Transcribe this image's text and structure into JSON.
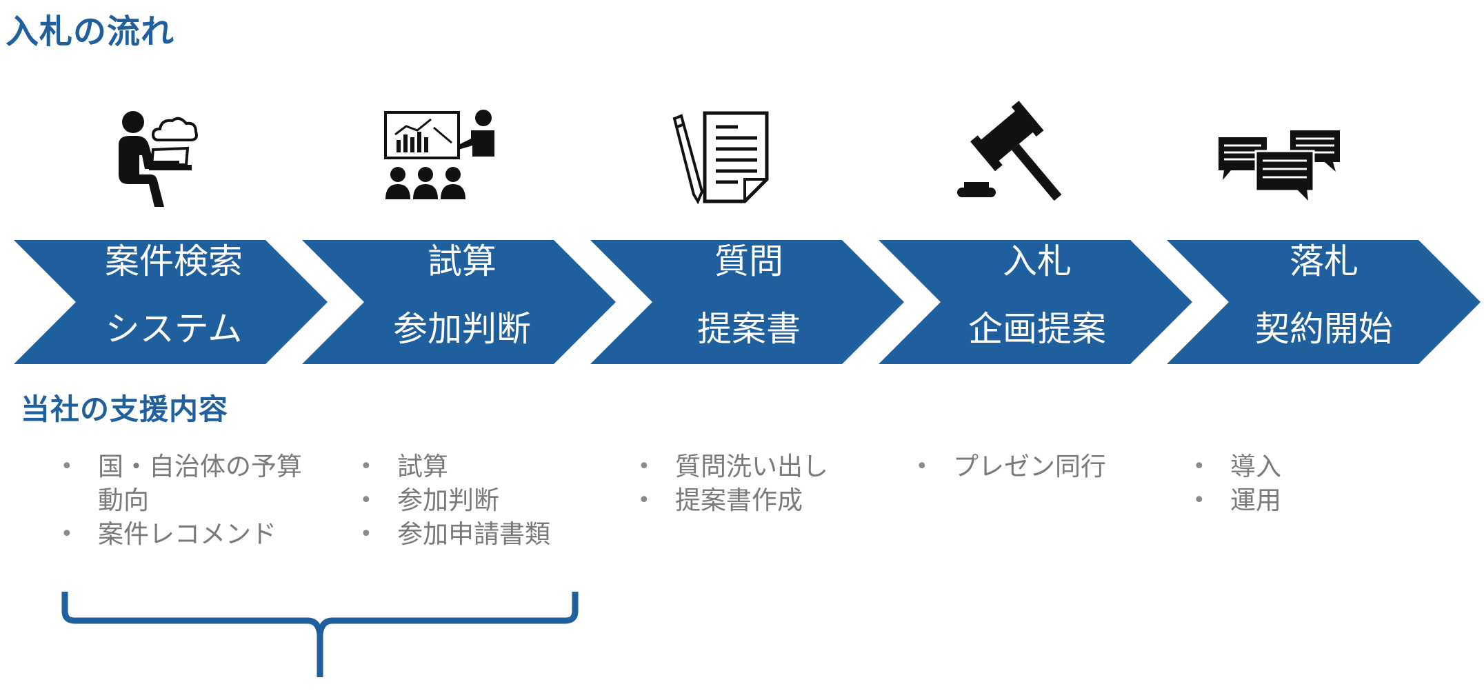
{
  "title": "入札の流れ",
  "subtitle": "当社の支援内容",
  "colors": {
    "primary": "#1f5f9e",
    "bullet_text": "#7a7a7a",
    "icon": "#111111"
  },
  "steps": [
    {
      "icon": "person-laptop-cloud-icon",
      "line1": "案件検索",
      "line2": "システム"
    },
    {
      "icon": "presentation-audience-icon",
      "line1": "試算",
      "line2": "参加判断"
    },
    {
      "icon": "pencil-document-icon",
      "line1": "質問",
      "line2": "提案書"
    },
    {
      "icon": "gavel-icon",
      "line1": "入札",
      "line2": "企画提案"
    },
    {
      "icon": "speech-bubbles-icon",
      "line1": "落札",
      "line2": "契約開始"
    }
  ],
  "support": [
    [
      "国・自治体の予算動向",
      "案件レコメンド"
    ],
    [
      "試算",
      "参加判断",
      "参加申請書類"
    ],
    [
      "質問洗い出し",
      "提案書作成"
    ],
    [
      "プレゼン同行"
    ],
    [
      "導入",
      "運用"
    ]
  ]
}
